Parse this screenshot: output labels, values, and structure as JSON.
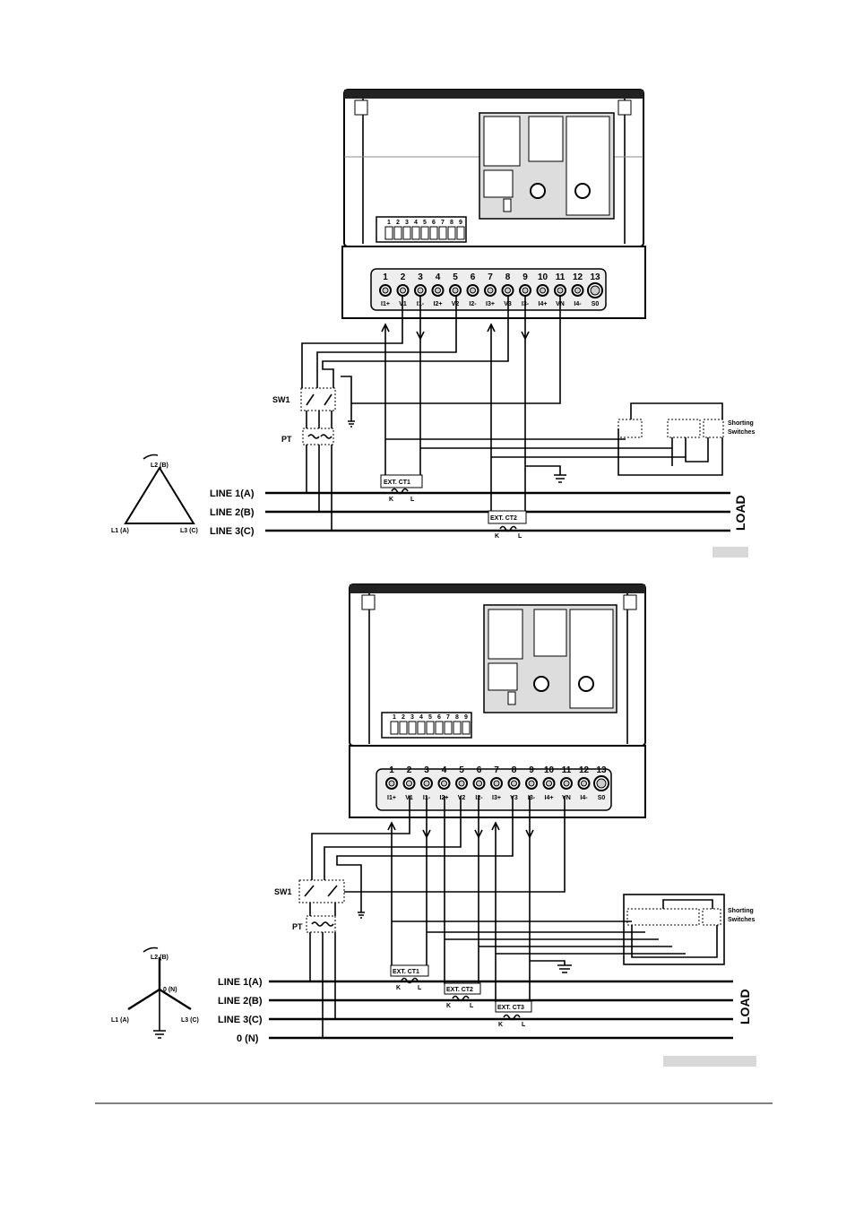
{
  "terminals": {
    "numbers": [
      "1",
      "2",
      "3",
      "4",
      "5",
      "6",
      "7",
      "8",
      "9",
      "10",
      "11",
      "12",
      "13"
    ],
    "labels": [
      "I1+",
      "V1",
      "I1-",
      "I2+",
      "V2",
      "I2-",
      "I3+",
      "V3",
      "I3-",
      "I4+",
      "VN",
      "I4-",
      "S0"
    ]
  },
  "aux_terminals": [
    "1",
    "2",
    "3",
    "4",
    "5",
    "6",
    "7",
    "8",
    "9"
  ],
  "diagram1": {
    "lines": [
      "LINE 1(A)",
      "LINE 2(B)",
      "LINE 3(C)"
    ],
    "vertex_top": "L2 (B)",
    "vertex_left": "L1 (A)",
    "vertex_right": "L3 (C)",
    "sw": "SW1",
    "pt": "PT",
    "ct1": "EXT. CT1",
    "ct2": "EXT. CT2",
    "k": "K",
    "l": "L",
    "shorting_1": "Shorting",
    "shorting_2": "Switches",
    "load": "LOAD"
  },
  "diagram2": {
    "lines": [
      "LINE 1(A)",
      "LINE 2(B)",
      "LINE 3(C)",
      "0 (N)"
    ],
    "vertex_top": "L2 (B)",
    "vertex_left": "L1 (A)",
    "vertex_right": "L3 (C)",
    "neutral": "0 (N)",
    "sw": "SW1",
    "pt": "PT",
    "ct1": "EXT. CT1",
    "ct2": "EXT. CT2",
    "ct3": "EXT. CT3",
    "k": "K",
    "l": "L",
    "shorting_1": "Shorting",
    "shorting_2": "Switches",
    "load": "LOAD"
  }
}
